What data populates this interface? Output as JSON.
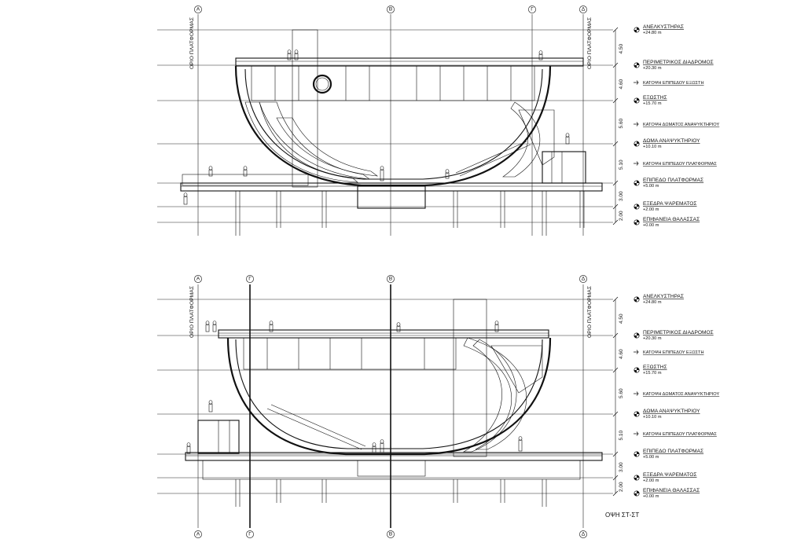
{
  "title": "ΟΨΗ ΣΤ-ΣΤ",
  "platform_limit_label": "ΟΡΙΟ ΠΛΑΤΦΟΡΜΑΣ",
  "levels": [
    {
      "name": "ΑΝΕΛΚΥΣΤΗΡΑΣ",
      "elevation": "+24.80 m",
      "kind": "level"
    },
    {
      "name": "ΠΕΡΙΜΕΤΡΙΚΟΣ ΔΙΑΔΡΟΜΟΣ",
      "elevation": "+20.30 m",
      "kind": "level"
    },
    {
      "name": "ΚΑΤΟΨΗ ΕΠΙΠΕΔΟΥ ΕΞΩΣΤΗ",
      "elevation": "",
      "kind": "plan"
    },
    {
      "name": "ΕΞΩΣΤΗΣ",
      "elevation": "+15.70 m",
      "kind": "level"
    },
    {
      "name": "ΚΑΤΟΨΗ ΔΩΜΑΤΟΣ ΑΝΑΨΥΚΤΗΡΙΟΥ",
      "elevation": "",
      "kind": "plan"
    },
    {
      "name": "ΔΩΜΑ ΑΝΑΨΥΚΤΗΡΙΟΥ",
      "elevation": "+10.10 m",
      "kind": "level"
    },
    {
      "name": "ΚΑΤΟΨΗ ΕΠΙΠΕΔΟΥ ΠΛΑΤΦΟΡΜΑΣ",
      "elevation": "",
      "kind": "plan"
    },
    {
      "name": "ΕΠΙΠΕΔΟ ΠΛΑΤΦΟΡΜΑΣ",
      "elevation": "+5.00 m",
      "kind": "level"
    },
    {
      "name": "ΕΞΕΔΡΑ ΨΑΡΕΜΑΤΟΣ",
      "elevation": "+2.00 m",
      "kind": "level"
    },
    {
      "name": "ΕΠΙΦΑΝΕΙΑ ΘΑΛΑΣΣΑΣ",
      "elevation": "+0.00 m",
      "kind": "level"
    }
  ],
  "dimensions": [
    "4.50",
    "4.60",
    "5.60",
    "5.10",
    "3.00",
    "2.00"
  ],
  "sections": [
    {
      "grid_labels": [
        "Α",
        "Β",
        "Γ",
        "Δ"
      ]
    },
    {
      "grid_labels": [
        "Α",
        "Γ",
        "Β",
        "Δ"
      ]
    }
  ],
  "icons": [
    "level-marker-icon",
    "grid-bubble-icon",
    "human-figure-icon"
  ]
}
